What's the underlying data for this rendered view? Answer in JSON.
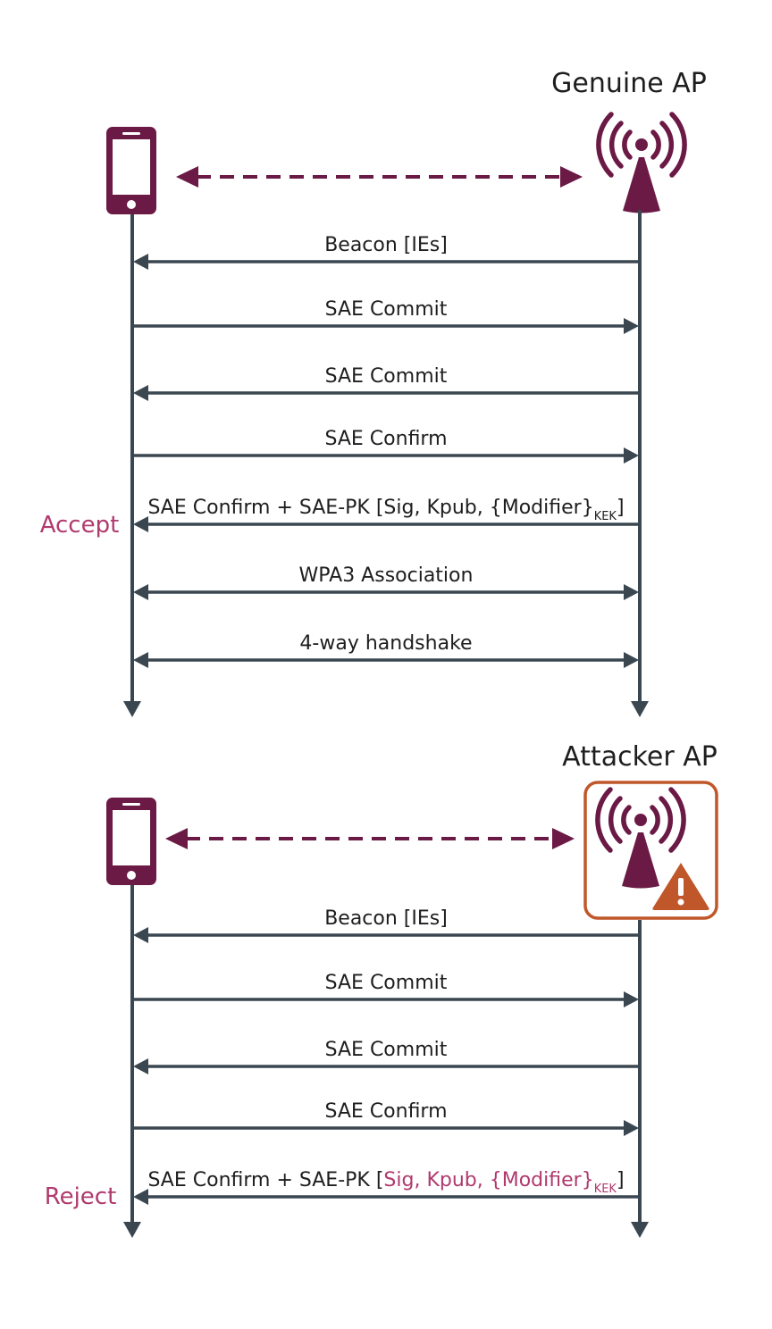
{
  "colors": {
    "device": "#6b1a45",
    "line": "#3a4750",
    "status_text": "#b03a6e",
    "warning": "#c0572a"
  },
  "icons": {
    "client": "smartphone-icon",
    "ap": "wireless-antenna-icon",
    "warning": "warning-triangle-icon"
  },
  "genuine": {
    "title": "Genuine AP",
    "status": "Accept",
    "messages": [
      {
        "text": "Beacon [IEs]",
        "dir": "left"
      },
      {
        "text": "SAE Commit",
        "dir": "right"
      },
      {
        "text": "SAE Commit",
        "dir": "left"
      },
      {
        "text": "SAE Confirm",
        "dir": "right"
      },
      {
        "text_main": "SAE Confirm + SAE-PK [",
        "text_hl": "Sig, Kpub, {Modifier}",
        "sub": "KEK",
        "text_end": "]",
        "highlight": false,
        "dir": "left"
      },
      {
        "text": "WPA3 Association",
        "dir": "both"
      },
      {
        "text": "4-way handshake",
        "dir": "both"
      }
    ]
  },
  "attacker": {
    "title": "Attacker AP",
    "status": "Reject",
    "messages": [
      {
        "text": "Beacon [IEs]",
        "dir": "left"
      },
      {
        "text": "SAE Commit",
        "dir": "right"
      },
      {
        "text": "SAE Commit",
        "dir": "left"
      },
      {
        "text": "SAE Confirm",
        "dir": "right"
      },
      {
        "text_main": "SAE Confirm + SAE-PK [",
        "text_hl": "Sig, Kpub, {Modifier}",
        "sub": "KEK",
        "text_end": "]",
        "highlight": true,
        "dir": "left"
      }
    ]
  }
}
